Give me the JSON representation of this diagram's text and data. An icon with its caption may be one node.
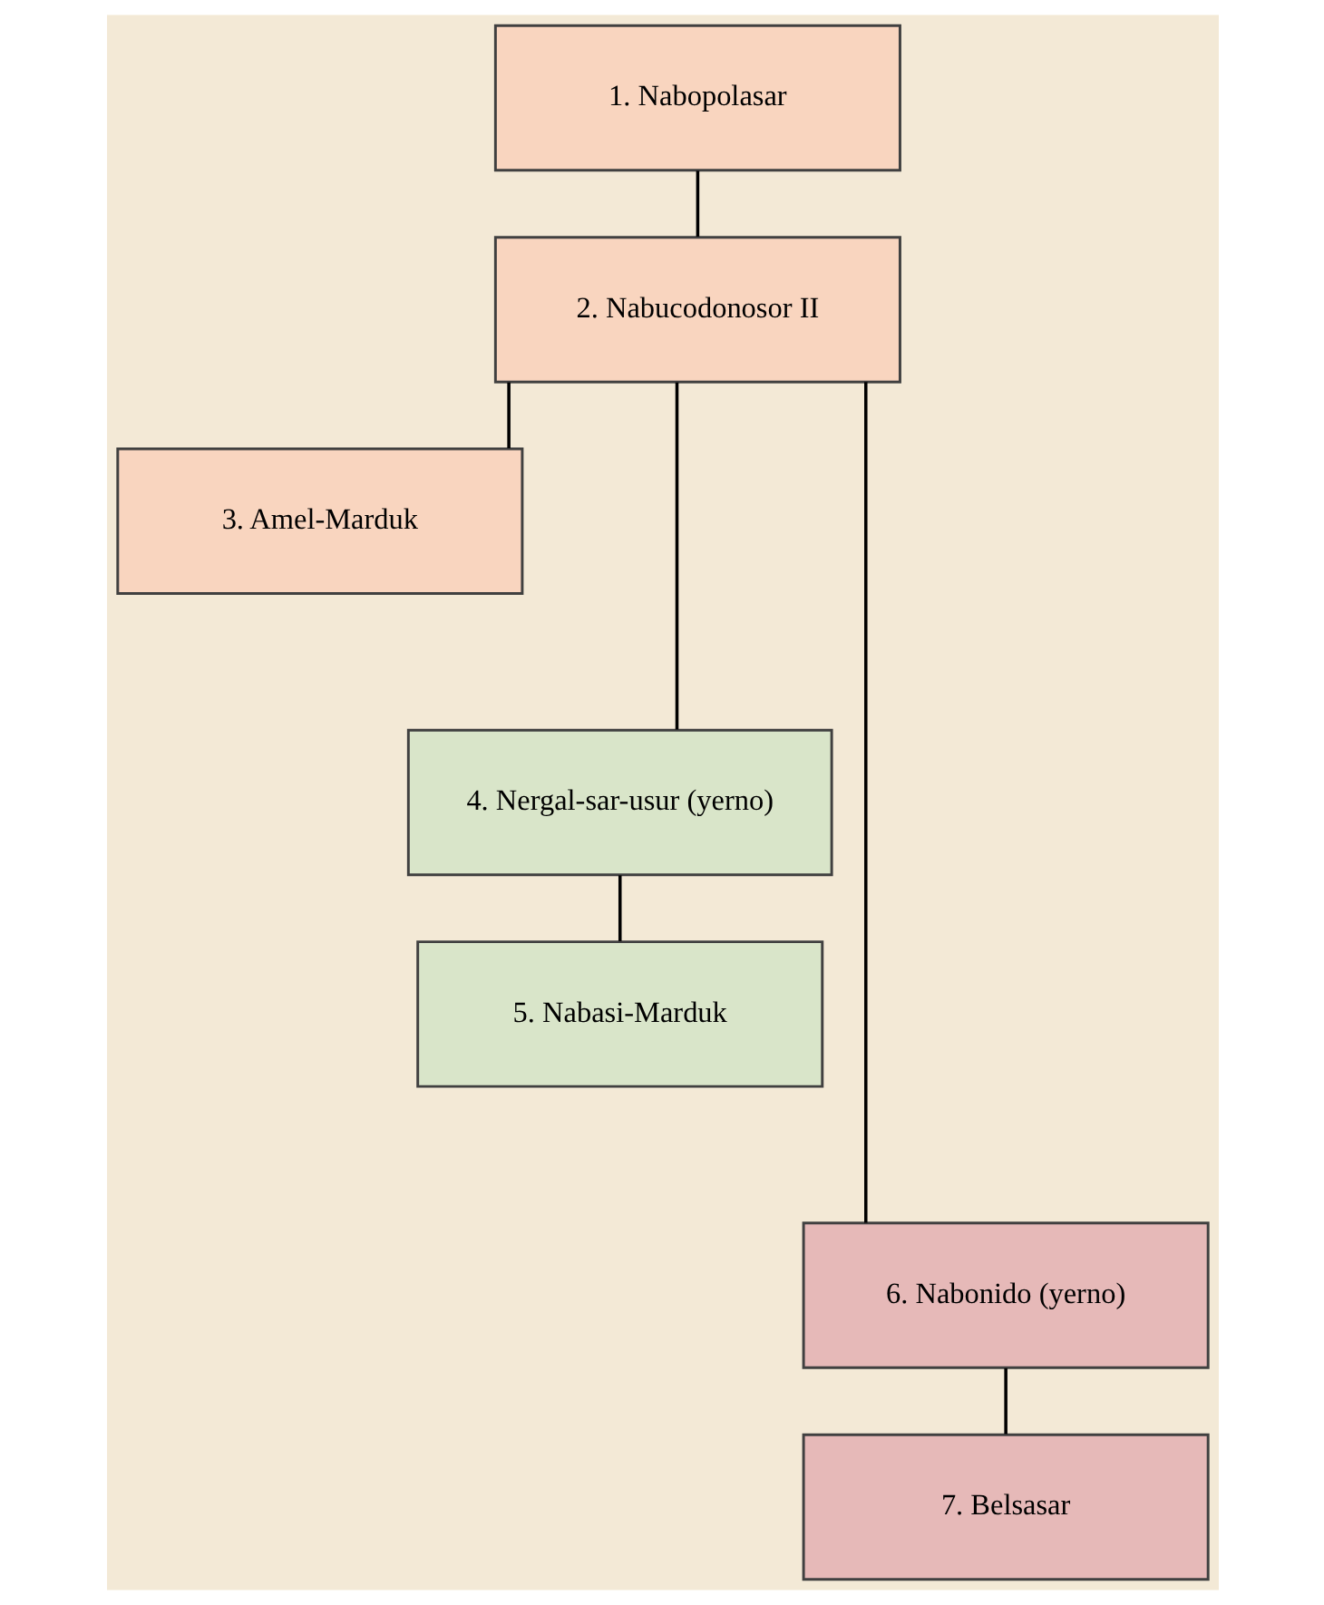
{
  "diagram": {
    "nodes": [
      {
        "text": [
          "1. Nabopolasar"
        ]
      },
      {
        "text": [
          "2. Nabucodonosor II"
        ]
      },
      {
        "text": [
          "3. Amel-Marduk"
        ]
      },
      {
        "text": [
          "4. Nergal-sar-usur (yerno)"
        ]
      },
      {
        "text": [
          "5. Nabasi-Marduk"
        ]
      },
      {
        "text": [
          "6. Nabonido (yerno)"
        ]
      },
      {
        "text": [
          "7. Belsasar"
        ]
      }
    ],
    "edges": [
      {
        "from": 0,
        "to": 1,
        "arrow": "none"
      },
      {
        "from": 1,
        "to": 2,
        "arrow": "none"
      },
      {
        "from": 1,
        "to": 3,
        "arrow": "none"
      },
      {
        "from": 3,
        "to": 4,
        "arrow": "none"
      },
      {
        "from": 1,
        "to": 5,
        "arrow": "none"
      },
      {
        "from": 5,
        "to": 6,
        "arrow": "none"
      }
    ]
  }
}
